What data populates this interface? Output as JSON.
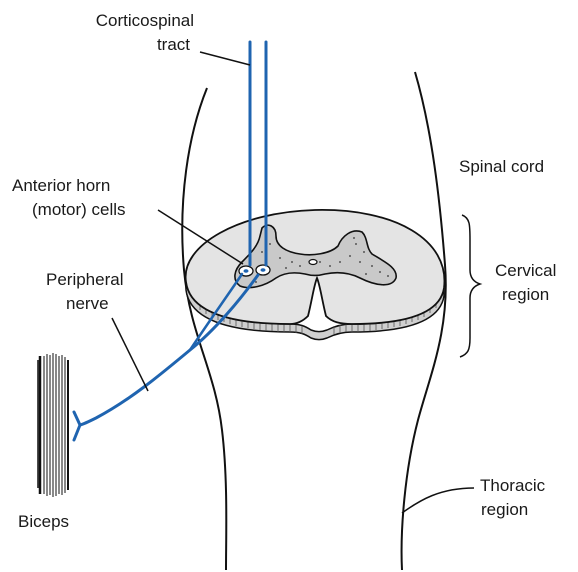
{
  "labels": {
    "corticospinal_l1": "Corticospinal",
    "corticospinal_l2": "tract",
    "anterior_l1": "Anterior horn",
    "anterior_l2": "(motor) cells",
    "peripheral_l1": "Peripheral",
    "peripheral_l2": "nerve",
    "biceps": "Biceps",
    "spinal_cord": "Spinal cord",
    "cervical_l1": "Cervical",
    "cervical_l2": "region",
    "thoracic_l1": "Thoracic",
    "thoracic_l2": "region"
  },
  "colors": {
    "nerve": "#1f64b0",
    "outline": "#111111",
    "gray_matter": "#c9c9c9",
    "white_matter": "#e4e4e4",
    "cut_edge": "#cfcfcf"
  }
}
